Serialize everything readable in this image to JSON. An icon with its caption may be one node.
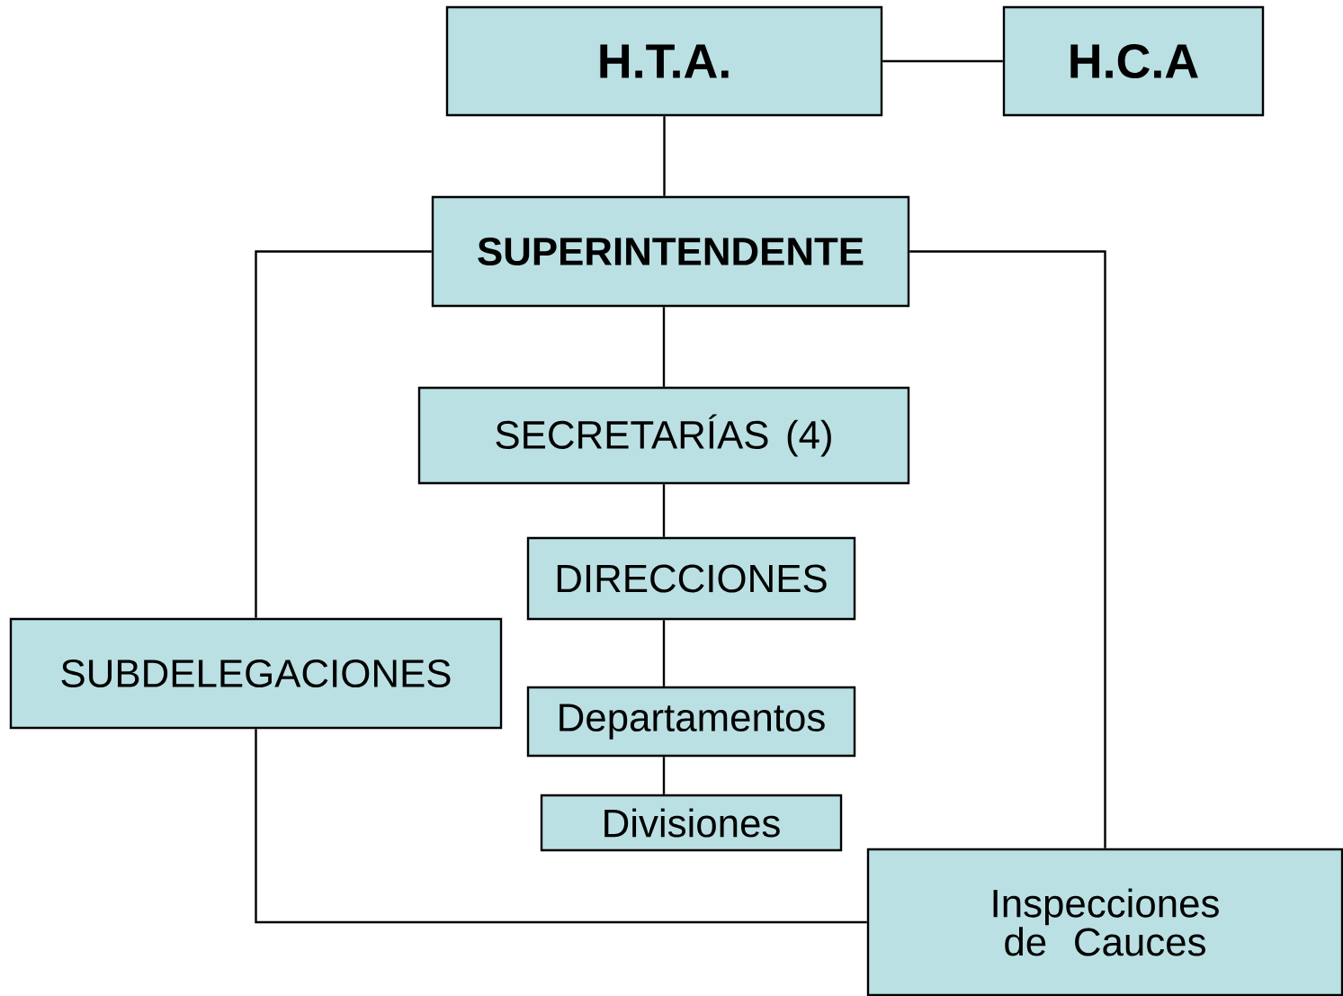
{
  "diagram": {
    "nodes": [
      {
        "text": [
          "H.T.A."
        ]
      },
      {
        "text": [
          "H.C.A"
        ]
      },
      {
        "text": [
          "SUPERINTENDENTE"
        ]
      },
      {
        "text": [
          "SECRETARÍAS (4)"
        ]
      },
      {
        "text": [
          "DIRECCIONES"
        ]
      },
      {
        "text": [
          "Departamentos"
        ]
      },
      {
        "text": [
          "Divisiones"
        ]
      },
      {
        "text": [
          "SUBDELEGACIONES"
        ]
      },
      {
        "text": [
          "Inspecciones de Cauces"
        ]
      }
    ],
    "edges": [
      {
        "from": 0,
        "to": 1,
        "arrow": "none"
      },
      {
        "from": 0,
        "to": 2,
        "arrow": "none"
      },
      {
        "from": 2,
        "to": 3,
        "arrow": "none"
      },
      {
        "from": 3,
        "to": 4,
        "arrow": "none"
      },
      {
        "from": 4,
        "to": 5,
        "arrow": "none"
      },
      {
        "from": 5,
        "to": 6,
        "arrow": "none"
      },
      {
        "from": 2,
        "to": 7,
        "arrow": "none"
      },
      {
        "from": 2,
        "to": 8,
        "arrow": "none"
      },
      {
        "from": 7,
        "to": 8,
        "arrow": "none"
      }
    ]
  }
}
